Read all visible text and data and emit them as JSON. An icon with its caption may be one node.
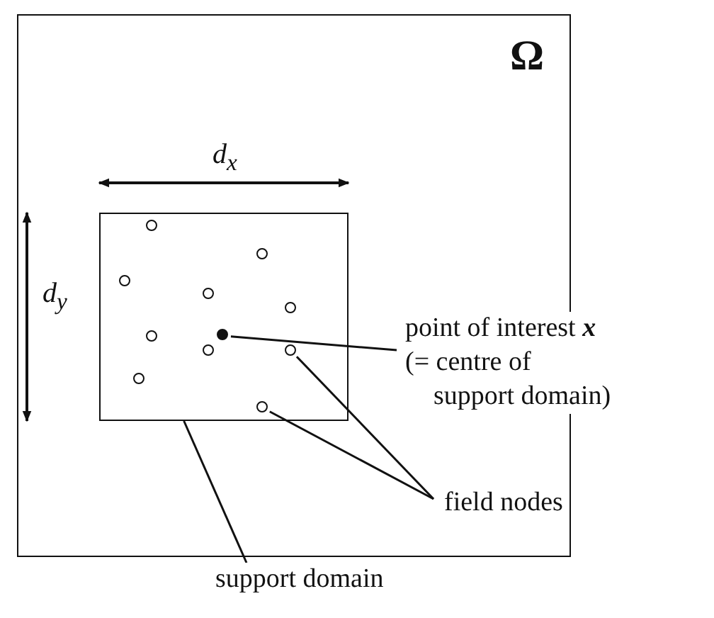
{
  "diagram": {
    "nodes": [
      {
        "text": [
          "Ω"
        ]
      },
      {
        "text": [],
        "shape": "box",
        "in": 0
      },
      {
        "text": [],
        "shape": "circle",
        "in": 1
      },
      {
        "text": [],
        "shape": "circle",
        "in": 1
      },
      {
        "text": [],
        "shape": "circle",
        "in": 1
      },
      {
        "text": [],
        "shape": "circle",
        "in": 1
      },
      {
        "text": [],
        "shape": "circle",
        "in": 1
      },
      {
        "text": [],
        "shape": "circle",
        "in": 1
      },
      {
        "text": [],
        "shape": "circle",
        "in": 1
      },
      {
        "text": [],
        "shape": "circle",
        "in": 1
      },
      {
        "text": [],
        "shape": "circle",
        "in": 1
      },
      {
        "text": [],
        "shape": "circle",
        "in": 1
      },
      {
        "text": [],
        "shape": "circle",
        "in": 1
      },
      {
        "text": [
          "point of interest **x**",
          "(= centre of support domain)"
        ]
      },
      {
        "text": [
          "field nodes"
        ],
        "in": 0
      },
      {
        "text": [
          "support domain"
        ]
      }
    ],
    "edges": [
      {
        "from": 13,
        "to": 12,
        "arrow": "none"
      },
      {
        "from": 14,
        "to": 9,
        "arrow": "none"
      },
      {
        "from": 14,
        "to": 11,
        "arrow": "none"
      },
      {
        "from": 15,
        "to": 1,
        "arrow": "none"
      }
    ],
    "labels": [
      "d$_{x}$",
      "d$_{y}$"
    ]
  }
}
